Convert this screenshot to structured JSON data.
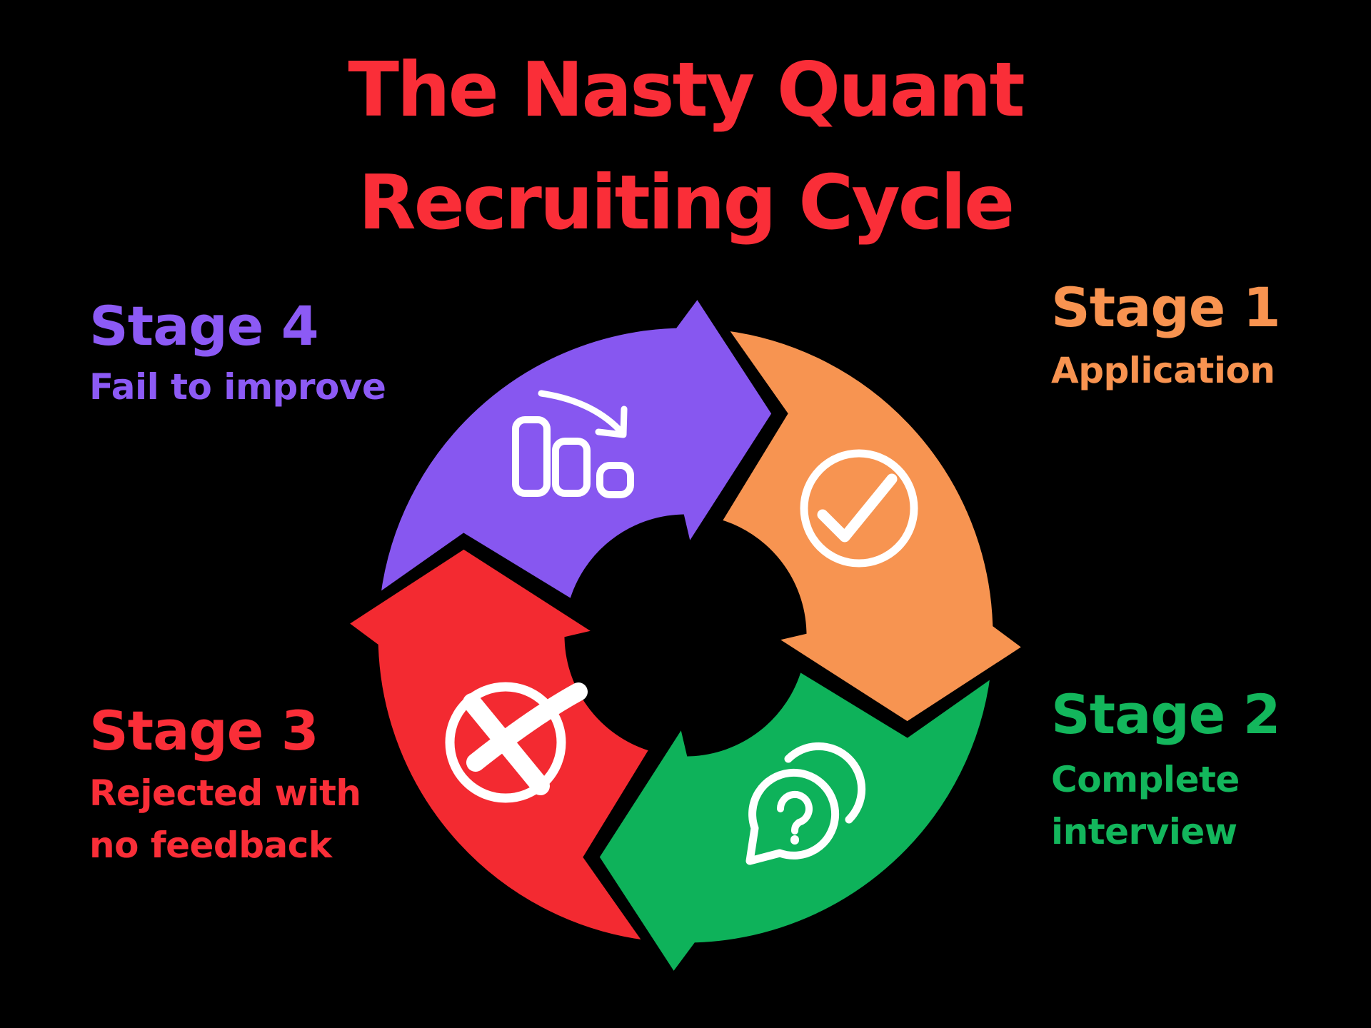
{
  "title": {
    "lines": [
      "The Nasty Quant",
      "Recruiting Cycle"
    ],
    "color": "#FA2E38"
  },
  "diagram": {
    "type": "cycle",
    "direction": "clockwise",
    "background": "#000000",
    "icon_color": "#FFFFFF"
  },
  "stages": [
    {
      "label": "Stage 1",
      "desc_lines": [
        "Application"
      ],
      "color": "#F79451",
      "text_color": "#F89350",
      "icon": "check-circle-icon",
      "position": "top-right"
    },
    {
      "label": "Stage 2",
      "desc_lines": [
        "Complete",
        "interview"
      ],
      "color": "#0EB25A",
      "text_color": "#13B65C",
      "icon": "question-chat-icon",
      "position": "bottom-right"
    },
    {
      "label": "Stage 3",
      "desc_lines": [
        "Rejected with",
        "no feedback"
      ],
      "color": "#F32A31",
      "text_color": "#FA2E38",
      "icon": "rejected-x-icon",
      "position": "bottom-left"
    },
    {
      "label": "Stage 4",
      "desc_lines": [
        "Fail to improve"
      ],
      "color": "#8757F0",
      "text_color": "#8C5AF5",
      "icon": "declining-chart-icon",
      "position": "top-left"
    }
  ]
}
